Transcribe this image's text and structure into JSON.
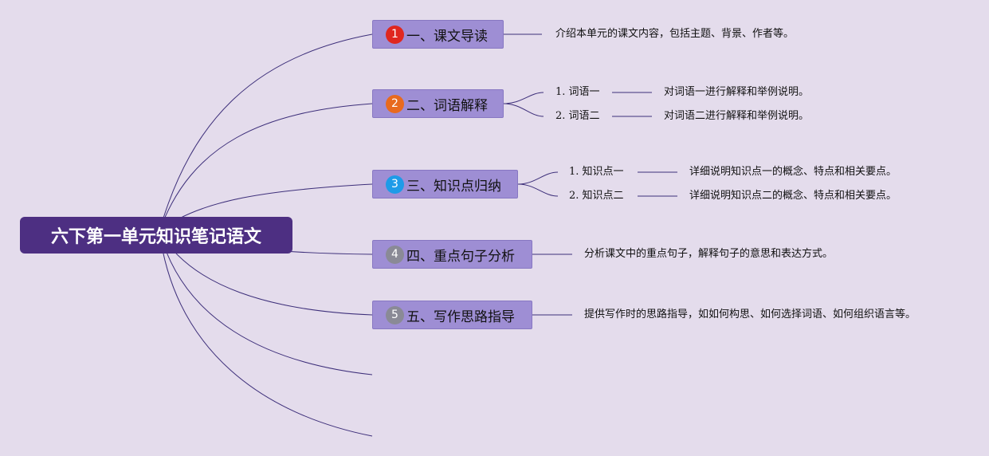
{
  "root": {
    "title": "六下第一单元知识笔记语文"
  },
  "colors": {
    "background": "#e4dcec",
    "root": "#4d2f82",
    "branch": "#9e8ed4",
    "line": "#3d2f7a"
  },
  "branches": [
    {
      "number": "1",
      "number_color": "#e0271f",
      "label": "一、课文导读",
      "desc": "介绍本单元的课文内容，包括主题、背景、作者等。"
    },
    {
      "number": "2",
      "number_color": "#e86a1e",
      "label": "二、词语解释",
      "children": [
        {
          "label": "1. 词语一",
          "desc": "对词语一进行解释和举例说明。"
        },
        {
          "label": "2. 词语二",
          "desc": "对词语二进行解释和举例说明。"
        }
      ]
    },
    {
      "number": "3",
      "number_color": "#1e9be8",
      "label": "三、知识点归纳",
      "children": [
        {
          "label": "1. 知识点一",
          "desc": "详细说明知识点一的概念、特点和相关要点。"
        },
        {
          "label": "2. 知识点二",
          "desc": "详细说明知识点二的概念、特点和相关要点。"
        }
      ]
    },
    {
      "number": "4",
      "number_color": "#8a8a96",
      "label": "四、重点句子分析",
      "desc": "分析课文中的重点句子，解释句子的意思和表达方式。"
    },
    {
      "number": "5",
      "number_color": "#8a8a96",
      "label": "五、写作思路指导",
      "desc": "提供写作时的思路指导，如如何构思、如何选择词语、如何组织语言等。"
    }
  ]
}
